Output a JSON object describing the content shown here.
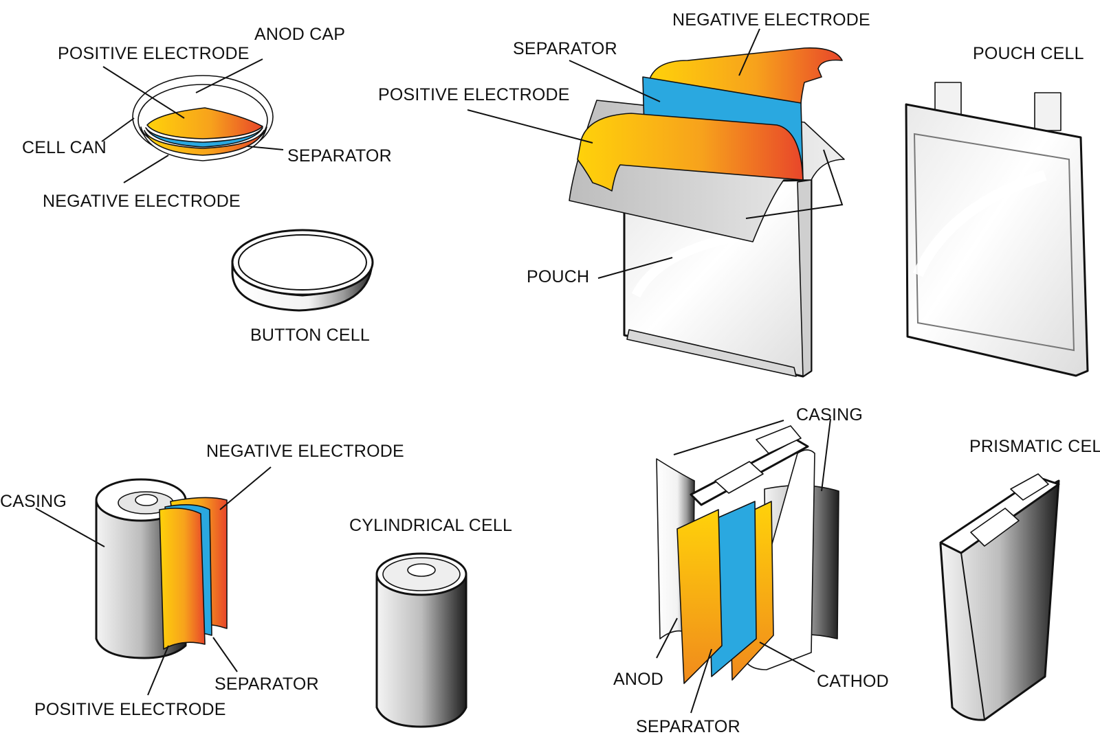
{
  "button_cell": {
    "anod_cap": "ANOD CAP",
    "positive_electrode": "POSITIVE  ELECTRODE",
    "cell_can": "CELL CAN",
    "separator": "SEPARATOR",
    "negative_electrode": "NEGATIVE ELECTRODE",
    "caption": "BUTTON CELL"
  },
  "pouch_cell": {
    "negative_electrode": "NEGATIVE ELECTRODE",
    "separator": "SEPARATOR",
    "positive_electrode": "POSITIVE  ELECTRODE",
    "pouch": "POUCH",
    "caption": "POUCH  CELL"
  },
  "cylindrical_cell": {
    "casing": "CASING",
    "negative_electrode": "NEGATIVE ELECTRODE",
    "separator": "SEPARATOR",
    "positive_electrode": "POSITIVE  ELECTRODE",
    "caption": "CYLINDRICAL CELL"
  },
  "prismatic_cell": {
    "casing": "CASING",
    "anod": "ANOD",
    "separator": "SEPARATOR",
    "cathod": "CATHOD",
    "caption": "PRISMATIC CELL"
  },
  "colors": {
    "electrode_start": "#ffd20a",
    "electrode_end": "#e8462a",
    "separator": "#2aa8e0",
    "outline": "#111111"
  }
}
